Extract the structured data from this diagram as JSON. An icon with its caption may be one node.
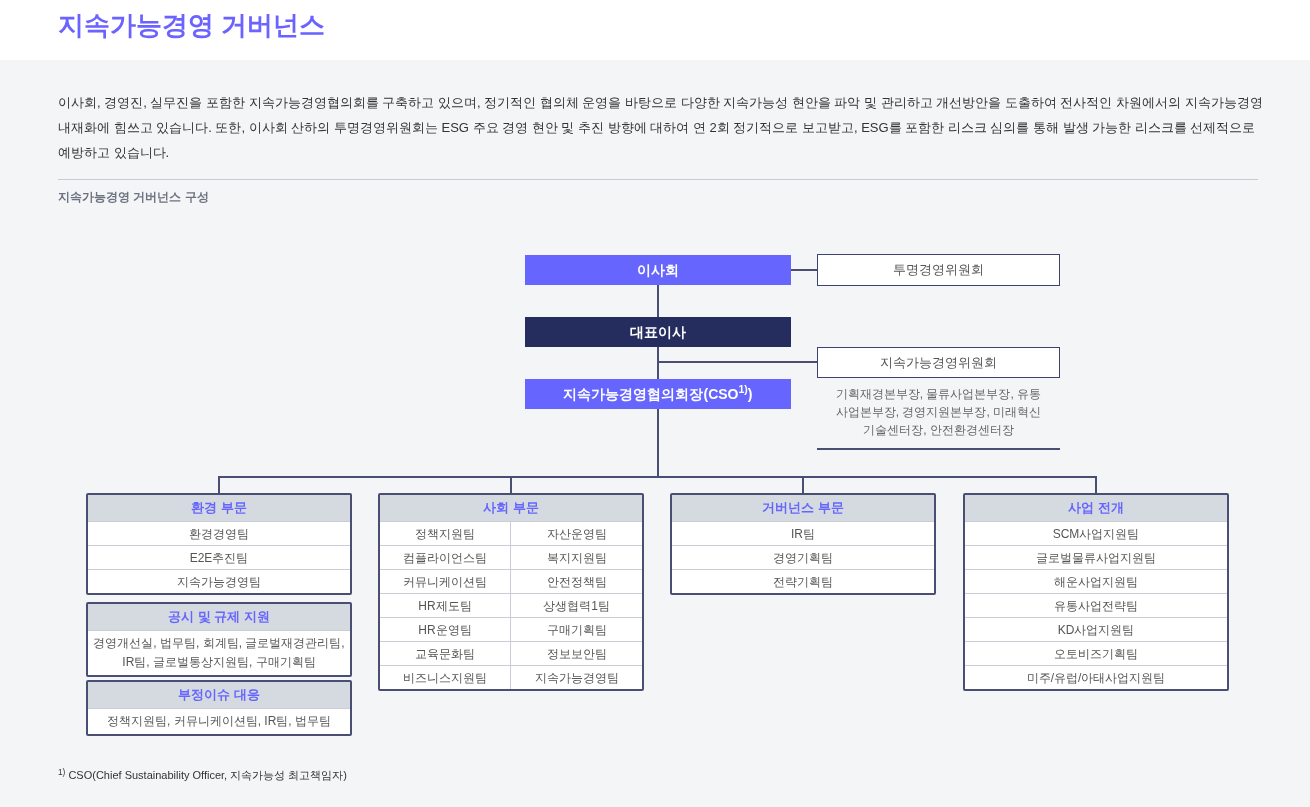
{
  "diagram": {
    "title": "지속가능경영 거버넌스",
    "nodes": [
      {
        "text": [
          "이사회"
        ]
      },
      {
        "text": [
          "투명경영위원회"
        ]
      },
      {
        "text": [
          "대표이사"
        ]
      },
      {
        "text": [
          "지속가능경영위원회"
        ],
        "beside": [
          "기획재경본부장, 물류사업본부장, 유통사업본부장, 경영지원본부장, 미래혁신기술센터장, 안전환경센터장"
        ]
      },
      {
        "text": [
          "지속가능경영협의회장(CSO$^{1)}$)"
        ]
      },
      {
        "text": [
          "환경 부문",
          "환경경영팀",
          "E2E추진팀",
          "지속가능경영팀"
        ]
      },
      {
        "text": [
          "공시 및 규제 지원",
          "경영개선실, 법무팀, 회계팀, 글로벌재경관리팀, IR팀, 글로벌통상지원팀, 구매기획팀"
        ]
      },
      {
        "text": [
          "부정이슈 대응",
          "정책지원팀, 커뮤니케이션팀, IR팀, 법무팀"
        ]
      },
      {
        "text": [
          "사회 부문",
          "정책지원팀",
          "자산운영팀",
          "컴플라이언스팀",
          "복지지원팀",
          "커뮤니케이션팀",
          "안전정책팀",
          "HR제도팀",
          "상생협력1팀",
          "HR운영팀",
          "구매기획팀",
          "교육문화팀",
          "정보보안팀",
          "비즈니스지원팀",
          "지속가능경영팀"
        ]
      },
      {
        "text": [
          "거버넌스 부문",
          "IR팀",
          "경영기획팀",
          "전략기획팀"
        ]
      },
      {
        "text": [
          "사업 전개",
          "SCM사업지원팀",
          "글로벌물류사업지원팀",
          "해운사업지원팀",
          "유통사업전략팀",
          "KD사업지원팀",
          "오토비즈기획팀",
          "미주/유럽/아태사업지원팀"
        ]
      }
    ],
    "edges": [
      {
        "from": 0,
        "to": 1,
        "arrow": "none"
      },
      {
        "from": 0,
        "to": 2,
        "arrow": "none"
      },
      {
        "from": 2,
        "to": 3,
        "arrow": "none"
      },
      {
        "from": 2,
        "to": 4,
        "arrow": "none"
      },
      {
        "from": 4,
        "to": 5,
        "arrow": "none"
      },
      {
        "from": 4,
        "to": 8,
        "arrow": "none"
      },
      {
        "from": 4,
        "to": 9,
        "arrow": "none"
      },
      {
        "from": 4,
        "to": 10,
        "arrow": "none"
      }
    ],
    "labels": [
      "이사회, 경영진, 실무진을 포함한 지속가능경영협의회를 구축하고 있으며, 정기적인 협의체 운영을 바탕으로 다양한 지속가능성 현안을 파악 및 관리하고 개선방안을 도출하여 전사적인 차원에서의 지속가능경영 내재화에 힘쓰고 있습니다. 또한, 이사회 산하의 투명경영위원회는 ESG 주요 경영 현안 및 추진 방향에 대하여 연 2회 정기적으로 보고받고, ESG를 포함한 리스크 심의를 통해 발생 가능한 리스크를 선제적으로 예방하고 있습니다.",
      "지속가능경영 거버넌스 구성",
      "$^{1)}$ CSO(Chief Sustainability Officer, 지속가능성 최고책임자)"
    ]
  }
}
